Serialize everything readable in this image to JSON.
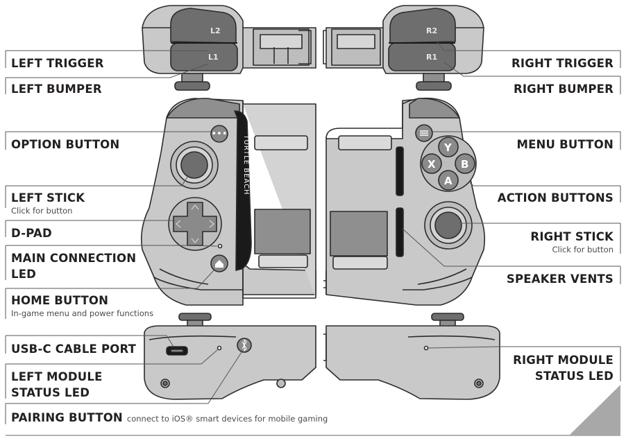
{
  "brand": "TURTLE BEACH",
  "buttons": {
    "l2": "L2",
    "l1": "L1",
    "r2": "R2",
    "r1": "R1",
    "y": "Y",
    "x": "X",
    "b": "B",
    "a": "A"
  },
  "labels": {
    "left_trigger": "LEFT TRIGGER",
    "left_bumper": "LEFT BUMPER",
    "option_button": "OPTION BUTTON",
    "left_stick": "LEFT STICK",
    "left_stick_sub": "Click for button",
    "d_pad": "D-PAD",
    "main_connection_led_1": "MAIN CONNECTION",
    "main_connection_led_2": "LED",
    "home_button": "HOME BUTTON",
    "home_button_sub": "In-game menu and power functions",
    "usb_c_port": "USB-C CABLE PORT",
    "left_status_led_1": "LEFT MODULE",
    "left_status_led_2": "STATUS LED",
    "pairing_button": "PAIRING BUTTON",
    "pairing_button_sub": "connect to iOS® smart devices for mobile gaming",
    "right_trigger": "RIGHT TRIGGER",
    "right_bumper": "RIGHT BUMPER",
    "menu_button": "MENU BUTTON",
    "action_buttons": "ACTION BUTTONS",
    "right_stick": "RIGHT STICK",
    "right_stick_sub": "Click for button",
    "speaker_vents": "SPEAKER VENTS",
    "right_status_led_1": "RIGHT MODULE",
    "right_status_led_2": "STATUS LED"
  },
  "colors": {
    "body": "#c9c9c9",
    "body_dark": "#8f8f8f",
    "trigger": "#6e6e6e",
    "outline": "#2b2b2b",
    "button_face": "#8a8a8a",
    "accent_stripe": "#1a1a1a",
    "corner": "#a8a8a8"
  }
}
